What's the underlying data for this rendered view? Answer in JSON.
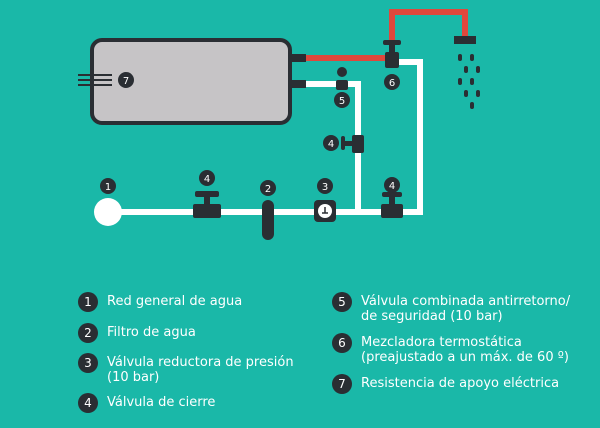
{
  "colors": {
    "background": "#1ab8a8",
    "pipe_cold": "#ffffff",
    "pipe_hot": "#e0483c",
    "tank_fill": "#c6c4c6",
    "dark": "#2a2e33",
    "text": "#ffffff"
  },
  "markers": {
    "m1": "1",
    "m2": "2",
    "m3": "3",
    "m4a": "4",
    "m4b": "4",
    "m4c": "4",
    "m5": "5",
    "m6": "6",
    "m7": "7"
  },
  "legend": {
    "left": [
      {
        "num": "1",
        "lines": [
          "Red general de agua"
        ]
      },
      {
        "num": "2",
        "lines": [
          "Filtro de agua"
        ]
      },
      {
        "num": "3",
        "lines": [
          "Válvula reductora de presión",
          "(10 bar)"
        ]
      },
      {
        "num": "4",
        "lines": [
          "Válvula de cierre"
        ]
      }
    ],
    "right": [
      {
        "num": "5",
        "lines": [
          "Válvula combinada antirretorno/",
          "de seguridad (10 bar)"
        ]
      },
      {
        "num": "6",
        "lines": [
          "Mezcladora termostática",
          "(preajustado a un máx. de 60 º)"
        ]
      },
      {
        "num": "7",
        "lines": [
          "Resistencia de apoyo eléctrica"
        ]
      }
    ]
  }
}
